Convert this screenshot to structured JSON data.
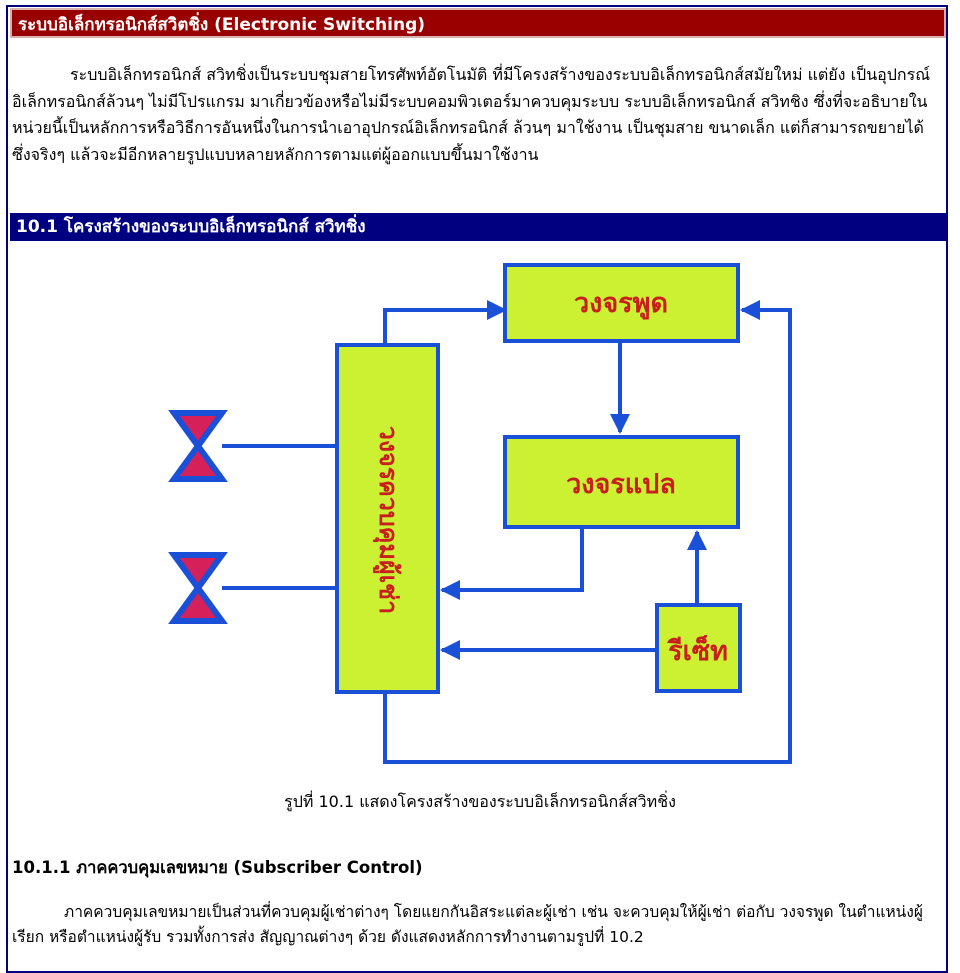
{
  "header": {
    "title": "ระบบอิเล็กทรอนิกส์สวิตชิ่ง (Electronic Switching)"
  },
  "intro": {
    "text": "ระบบอิเล็กทรอนิกส์ สวิทชิ่งเป็นระบบชุมสายโทรศัพท์อัตโนมัติ ที่มีโครงสร้างของระบบอิเล็กทรอนิกส์สมัยใหม่ แต่ยัง เป็นอุปกรณ์อิเล็กทรอนิกส์ล้วนๆ ไม่มีโปรแกรม มาเกี่ยวข้องหรือไม่มีระบบคอมพิวเตอร์มาควบคุมระบบ ระบบอิเล็กทรอนิกส์ สวิทชิง ซึ่งที่จะอธิบายในหน่วยนี้เป็นหลักการหรือวิธีการอันหนึ่งในการนำเอาอุปกรณ์อิเล็กทรอนิกส์ ล้วนๆ มาใช้งาน เป็นชุมสาย ขนาดเล็ก แต่ก็สามารถขยายได้ ซึ่งจริงๆ แล้วจะมีอีกหลายรูปแบบหลายหลักการตามแต่ผู้ออกแบบขึ้นมาใช้งาน"
  },
  "section": {
    "title": "10.1 โครงสร้างของระบบอิเล็กทรอนิกส์ สวิทชิ่ง"
  },
  "diagram": {
    "blocks": {
      "speech": "วงจรพูด",
      "translate": "วงจรแปล",
      "control": "วงจรควบคุมผู้เช่า",
      "reset": "รีเซ็ท"
    },
    "colors": {
      "block_fill": "#ccf032",
      "block_border": "#1a4fd8",
      "block_text": "#c81e1e",
      "line": "#1a4fd8",
      "terminal_fill": "#d6205a"
    },
    "caption": "รูปที่ 10.1 แสดงโครงสร้างของระบบอิเล็กทรอนิกส์สวิทชิ่ง"
  },
  "subsection": {
    "title": "10.1.1 ภาคควบคุมเลขหมาย (Subscriber Control)",
    "text": "ภาคควบคุมเลขหมายเป็นส่วนที่ควบคุมผู้เช่าต่างๆ โดยแยกกันอิสระแต่ละผู้เช่า เช่น จะควบคุมให้ผู้เช่า ต่อกับ วงจรพูด ในตำแหน่งผู้เรียก หรือตำแหน่งผู้รับ รวมทั้งการส่ง สัญญาณต่างๆ ด้วย ดังแสดงหลักการทำงานตามรูปที่ 10.2"
  }
}
